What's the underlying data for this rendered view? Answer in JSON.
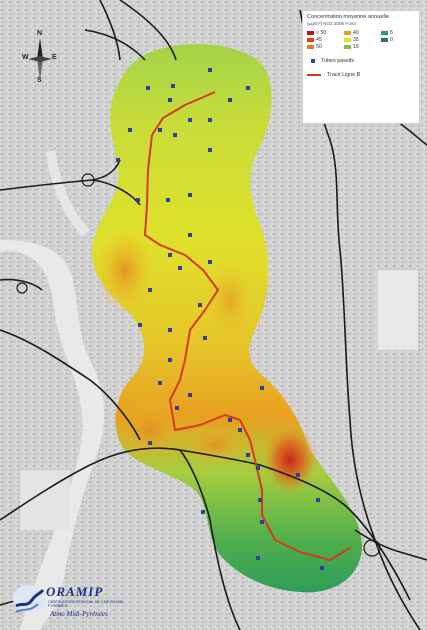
{
  "legend": {
    "title": "Concentration moyenne annuelle",
    "subtitle": "(µg/m³) NO2 2006 Fond",
    "classes": [
      {
        "label": "> 50",
        "color": "#c0141b"
      },
      {
        "label": "40",
        "color": "#e8a11b"
      },
      {
        "label": "5",
        "color": "#1f9e86"
      },
      {
        "label": "45",
        "color": "#e2401c"
      },
      {
        "label": "35",
        "color": "#e6e21f"
      },
      {
        "label": "0",
        "color": "#2c7a4d"
      },
      {
        "label": "50",
        "color": "#ea7a1d"
      },
      {
        "label": "15",
        "color": "#7dc444"
      },
      {
        "label": "",
        "color": "#ffffff"
      }
    ],
    "points_label": "Tubes passifs",
    "line_label": "Tracé Ligne B"
  },
  "compass": {
    "n": "N",
    "s": "S",
    "e": "E",
    "w": "W"
  },
  "logo": {
    "brand": "ORAMIP",
    "tagline": "OBSERVATOIRE RÉGIONAL DE L'AIR EN MIDI-PYRÉNÉES",
    "region": "Atmo Midi-Pyrénées"
  },
  "colors": {
    "point": "#2e3f9e",
    "line": "#d33a1f",
    "road": "#1a1a1a",
    "urban": "#cfcfcf"
  },
  "map": {
    "line_path": [
      [
        215,
        92
      ],
      [
        185,
        105
      ],
      [
        163,
        118
      ],
      [
        152,
        135
      ],
      [
        148,
        170
      ],
      [
        147,
        205
      ],
      [
        145,
        235
      ],
      [
        160,
        245
      ],
      [
        185,
        255
      ],
      [
        203,
        270
      ],
      [
        218,
        290
      ],
      [
        205,
        310
      ],
      [
        190,
        330
      ],
      [
        185,
        360
      ],
      [
        180,
        380
      ],
      [
        170,
        400
      ],
      [
        175,
        430
      ],
      [
        200,
        425
      ],
      [
        225,
        415
      ],
      [
        240,
        420
      ],
      [
        250,
        440
      ],
      [
        255,
        460
      ],
      [
        262,
        490
      ],
      [
        262,
        515
      ],
      [
        275,
        540
      ],
      [
        300,
        552
      ],
      [
        330,
        560
      ],
      [
        350,
        548
      ]
    ],
    "points": [
      [
        148,
        88
      ],
      [
        173,
        86
      ],
      [
        210,
        70
      ],
      [
        248,
        88
      ],
      [
        230,
        100
      ],
      [
        210,
        120
      ],
      [
        190,
        120
      ],
      [
        170,
        100
      ],
      [
        160,
        130
      ],
      [
        130,
        130
      ],
      [
        118,
        160
      ],
      [
        175,
        135
      ],
      [
        210,
        150
      ],
      [
        138,
        200
      ],
      [
        168,
        200
      ],
      [
        190,
        195
      ],
      [
        190,
        235
      ],
      [
        170,
        255
      ],
      [
        180,
        268
      ],
      [
        210,
        262
      ],
      [
        150,
        290
      ],
      [
        200,
        305
      ],
      [
        170,
        330
      ],
      [
        205,
        338
      ],
      [
        140,
        325
      ],
      [
        170,
        360
      ],
      [
        190,
        395
      ],
      [
        177,
        408
      ],
      [
        262,
        388
      ],
      [
        160,
        383
      ],
      [
        230,
        420
      ],
      [
        240,
        430
      ],
      [
        248,
        455
      ],
      [
        150,
        443
      ],
      [
        258,
        468
      ],
      [
        298,
        475
      ],
      [
        318,
        500
      ],
      [
        260,
        500
      ],
      [
        262,
        522
      ],
      [
        203,
        512
      ],
      [
        258,
        558
      ],
      [
        322,
        568
      ]
    ]
  }
}
